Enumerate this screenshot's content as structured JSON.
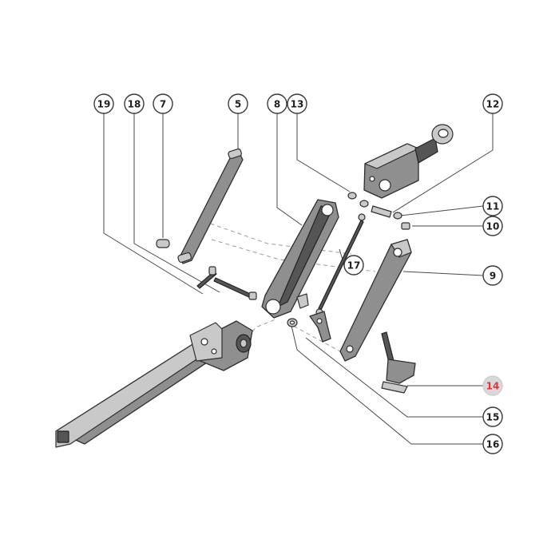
{
  "callouts": [
    {
      "id": "c19",
      "label": "19",
      "highlight": false
    },
    {
      "id": "c18",
      "label": "18",
      "highlight": false
    },
    {
      "id": "c7",
      "label": "7",
      "highlight": false
    },
    {
      "id": "c5",
      "label": "5",
      "highlight": false
    },
    {
      "id": "c8",
      "label": "8",
      "highlight": false
    },
    {
      "id": "c13",
      "label": "13",
      "highlight": false
    },
    {
      "id": "c12",
      "label": "12",
      "highlight": false
    },
    {
      "id": "c11",
      "label": "11",
      "highlight": false
    },
    {
      "id": "c10",
      "label": "10",
      "highlight": false
    },
    {
      "id": "c17",
      "label": "17",
      "highlight": false
    },
    {
      "id": "c9",
      "label": "9",
      "highlight": false
    },
    {
      "id": "c14",
      "label": "14",
      "highlight": true
    },
    {
      "id": "c15",
      "label": "15",
      "highlight": false
    },
    {
      "id": "c16",
      "label": "16",
      "highlight": false
    }
  ],
  "colors": {
    "highlight_text": "#e0353b",
    "highlight_fill": "#d9d9d9",
    "part_fill": "#8f8f8f",
    "line": "#4a4a4a"
  }
}
